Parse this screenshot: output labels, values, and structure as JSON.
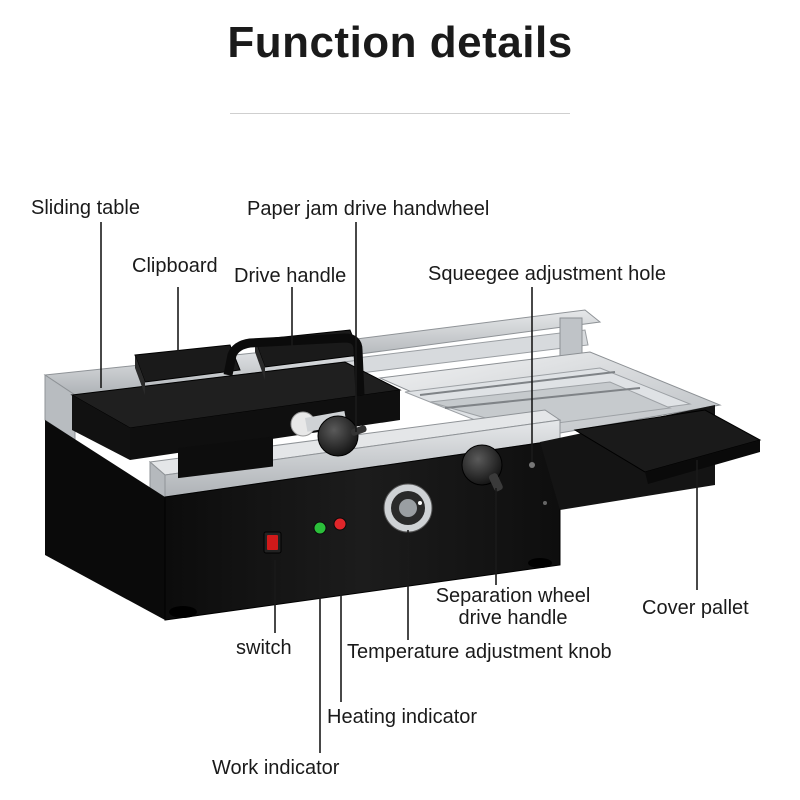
{
  "title": "Function details",
  "labels": {
    "sliding_table": "Sliding table",
    "paper_jam_handwheel": "Paper jam drive handwheel",
    "clipboard": "Clipboard",
    "drive_handle": "Drive handle",
    "squeegee_hole": "Squeegee adjustment hole",
    "separation_wheel_1": "Separation wheel",
    "separation_wheel_2": "drive handle",
    "cover_pallet": "Cover pallet",
    "switch": "switch",
    "temperature_knob": "Temperature adjustment knob",
    "heating_indicator": "Heating indicator",
    "work_indicator": "Work indicator"
  },
  "colors": {
    "machine_body": "#151515",
    "rail": "#c9ccd0",
    "leader_line": "#1a1a1a",
    "power_switch": "#d11a1a",
    "work_light": "#2bbf3a",
    "heat_light": "#e0262a"
  }
}
